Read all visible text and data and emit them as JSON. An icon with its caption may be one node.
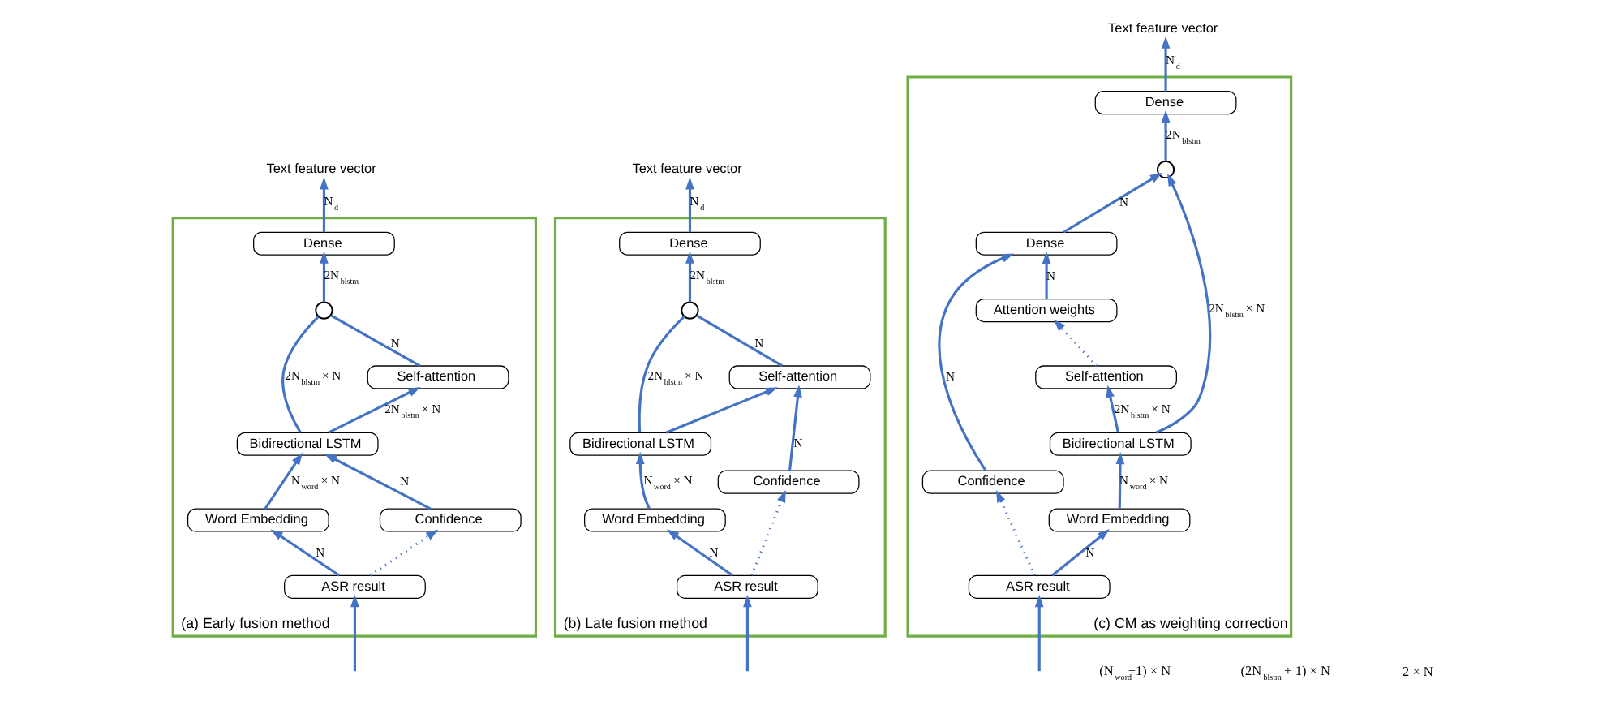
{
  "diagram": {
    "nodes": [
      {
        "text": [
          "(a) Early fusion method"
        ]
      },
      {
        "text": [
          "Text feature vector"
        ]
      },
      {
        "text": [
          "Dense"
        ],
        "in": 0
      },
      {
        "text": [],
        "shape": "circle",
        "in": 0
      },
      {
        "text": [
          "Self-attention"
        ],
        "in": 0
      },
      {
        "text": [
          "Bidirectional LSTM"
        ],
        "in": 0
      },
      {
        "text": [
          "Word Embedding"
        ],
        "in": 0
      },
      {
        "text": [
          "Confidence"
        ],
        "in": 0
      },
      {
        "text": [
          "ASR result"
        ],
        "in": 0
      },
      {
        "text": [
          "(b) Late fusion method"
        ]
      },
      {
        "text": [
          "Text feature vector"
        ]
      },
      {
        "text": [
          "Dense"
        ],
        "in": 9
      },
      {
        "text": [],
        "shape": "circle",
        "in": 9
      },
      {
        "text": [
          "Self-attention"
        ],
        "in": 9
      },
      {
        "text": [
          "Bidirectional LSTM"
        ],
        "in": 9
      },
      {
        "text": [
          "Word Embedding"
        ],
        "in": 9
      },
      {
        "text": [
          "Confidence"
        ],
        "in": 9
      },
      {
        "text": [
          "ASR result"
        ],
        "in": 9
      },
      {
        "text": [
          "(c) CM as weighting correction"
        ]
      },
      {
        "text": [
          "Text feature vector"
        ]
      },
      {
        "text": [
          "Dense"
        ],
        "in": 18
      },
      {
        "text": [],
        "shape": "circle",
        "in": 18
      },
      {
        "text": [
          "Dense"
        ],
        "in": 18
      },
      {
        "text": [
          "Attention weights"
        ],
        "in": 18
      },
      {
        "text": [
          "Confidence"
        ],
        "in": 18
      },
      {
        "text": [
          "Self-attention"
        ],
        "in": 18
      },
      {
        "text": [
          "Bidirectional LSTM"
        ],
        "in": 18
      },
      {
        "text": [
          "Word Embedding"
        ],
        "in": 18
      },
      {
        "text": [
          "ASR result"
        ],
        "in": 18
      }
    ],
    "edges": [
      {
        "from": null,
        "to": 8,
        "arrow": "to"
      },
      {
        "from": 8,
        "to": 6,
        "arrow": "to",
        "label": "N"
      },
      {
        "from": 8,
        "to": 7,
        "arrow": "to",
        "style": "dashed"
      },
      {
        "from": 6,
        "to": 5,
        "arrow": "to",
        "label": "N$_{word}$ × N"
      },
      {
        "from": 7,
        "to": 5,
        "arrow": "to",
        "label": "N"
      },
      {
        "from": 5,
        "to": 3,
        "arrow": "none",
        "label": "2N$_{blstm}$ × N"
      },
      {
        "from": 5,
        "to": 4,
        "arrow": "to",
        "label": "2N$_{blstm}$ × N"
      },
      {
        "from": 4,
        "to": 3,
        "arrow": "none",
        "label": "N"
      },
      {
        "from": 3,
        "to": 2,
        "arrow": "to",
        "label": "2N$_{blstm}$"
      },
      {
        "from": 2,
        "to": 1,
        "arrow": "to",
        "label": "N$_{d}$"
      },
      {
        "from": null,
        "to": 17,
        "arrow": "to"
      },
      {
        "from": 17,
        "to": 15,
        "arrow": "to",
        "label": "N"
      },
      {
        "from": 17,
        "to": 16,
        "arrow": "to",
        "style": "dashed"
      },
      {
        "from": 15,
        "to": 14,
        "arrow": "to",
        "label": "N$_{word}$ × N"
      },
      {
        "from": 14,
        "to": 13,
        "arrow": "to"
      },
      {
        "from": 16,
        "to": 13,
        "arrow": "to",
        "label": "N"
      },
      {
        "from": 14,
        "to": 12,
        "arrow": "none",
        "label": "2N$_{blstm}$ × N"
      },
      {
        "from": 13,
        "to": 12,
        "arrow": "none",
        "label": "N"
      },
      {
        "from": 12,
        "to": 11,
        "arrow": "to",
        "label": "2N$_{blstm}$"
      },
      {
        "from": 11,
        "to": 10,
        "arrow": "to",
        "label": "N$_{d}$"
      },
      {
        "from": null,
        "to": 28,
        "arrow": "to"
      },
      {
        "from": 28,
        "to": 27,
        "arrow": "to",
        "label": "N"
      },
      {
        "from": 28,
        "to": 24,
        "arrow": "to",
        "style": "dashed"
      },
      {
        "from": 27,
        "to": 26,
        "arrow": "to",
        "label": "N$_{word}$ × N"
      },
      {
        "from": 26,
        "to": 21,
        "arrow": "to",
        "label": "2N$_{blstm}$ × N"
      },
      {
        "from": 26,
        "to": 25,
        "arrow": "to",
        "label": "2N$_{blstm}$ × N"
      },
      {
        "from": 25,
        "to": 23,
        "arrow": "to",
        "style": "dashed"
      },
      {
        "from": 23,
        "to": 22,
        "arrow": "to",
        "label": "N"
      },
      {
        "from": 24,
        "to": 22,
        "arrow": "to",
        "label": "N"
      },
      {
        "from": 22,
        "to": 21,
        "arrow": "to",
        "label": "N"
      },
      {
        "from": 21,
        "to": 20,
        "arrow": "to",
        "label": "2N$_{blstm}$"
      },
      {
        "from": 20,
        "to": 19,
        "arrow": "to",
        "label": "N$_{d}$"
      }
    ],
    "labels": [
      "(N$_{word}$+1) × N",
      "(2N$_{blstm}$ + 1) × N",
      "2 × N"
    ]
  }
}
